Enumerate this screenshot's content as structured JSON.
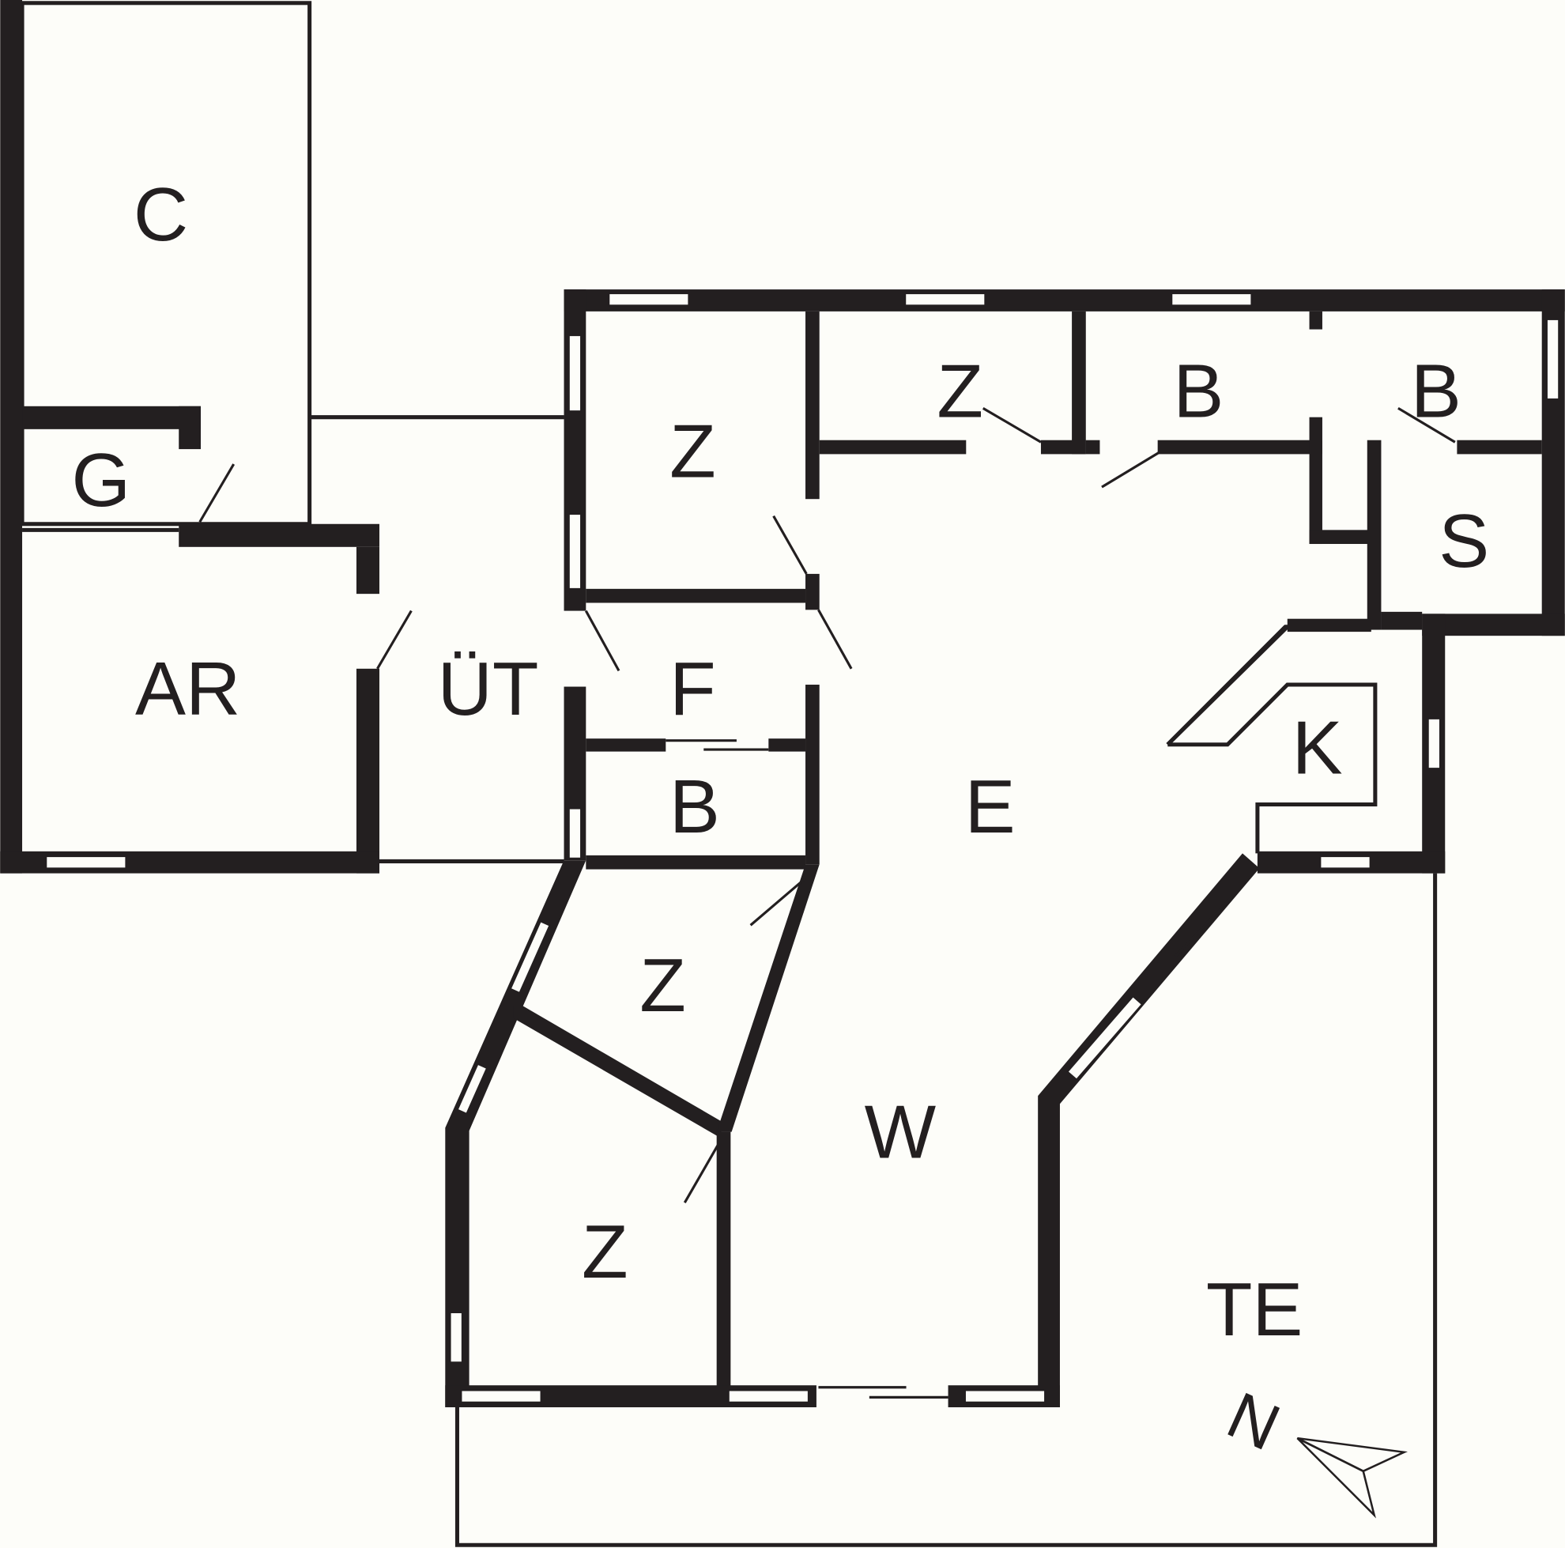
{
  "floor_plan": {
    "rooms": [
      {
        "id": "c",
        "label": "C"
      },
      {
        "id": "g",
        "label": "G"
      },
      {
        "id": "ar",
        "label": "AR"
      },
      {
        "id": "ut",
        "label": "ÜT"
      },
      {
        "id": "z1",
        "label": "Z"
      },
      {
        "id": "z2",
        "label": "Z"
      },
      {
        "id": "b1",
        "label": "B"
      },
      {
        "id": "b2",
        "label": "B"
      },
      {
        "id": "s",
        "label": "S"
      },
      {
        "id": "f",
        "label": "F"
      },
      {
        "id": "b3",
        "label": "B"
      },
      {
        "id": "k",
        "label": "K"
      },
      {
        "id": "e",
        "label": "E"
      },
      {
        "id": "z3",
        "label": "Z"
      },
      {
        "id": "w",
        "label": "W"
      },
      {
        "id": "z4",
        "label": "Z"
      },
      {
        "id": "te",
        "label": "TE"
      }
    ],
    "compass": {
      "label": "N"
    },
    "colors": {
      "wall": "#231f20",
      "background": "#fdfdf9"
    }
  }
}
